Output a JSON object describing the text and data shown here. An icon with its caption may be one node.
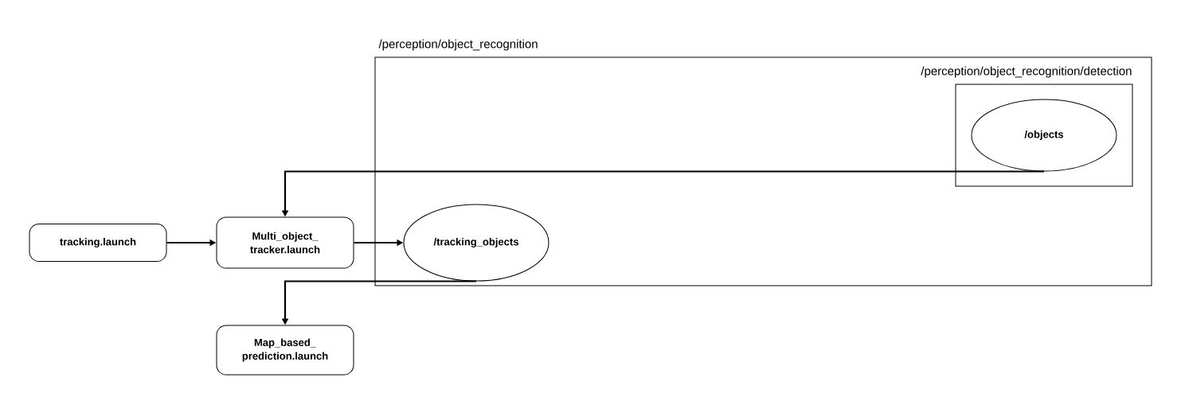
{
  "diagram": {
    "nodes": [
      {
        "text": [
          "/perception/object_recognition"
        ]
      },
      {
        "text": [
          "/perception/object_recognition/detection"
        ],
        "in": 0
      },
      {
        "text": [
          "/objects"
        ],
        "in": 1
      },
      {
        "text": [
          "/tracking_objects"
        ],
        "in": 0
      },
      {
        "text": [
          "tracking.launch"
        ]
      },
      {
        "text": [
          "Multi_object_ tracker.launch"
        ]
      },
      {
        "text": [
          "Map_based_ prediction.launch"
        ]
      }
    ],
    "edges": [
      {
        "from": 4,
        "to": 5,
        "arrow": "to"
      },
      {
        "from": 5,
        "to": 3,
        "arrow": "to"
      },
      {
        "from": 2,
        "to": 5,
        "arrow": "to"
      },
      {
        "from": 3,
        "to": 6,
        "arrow": "to"
      }
    ]
  }
}
